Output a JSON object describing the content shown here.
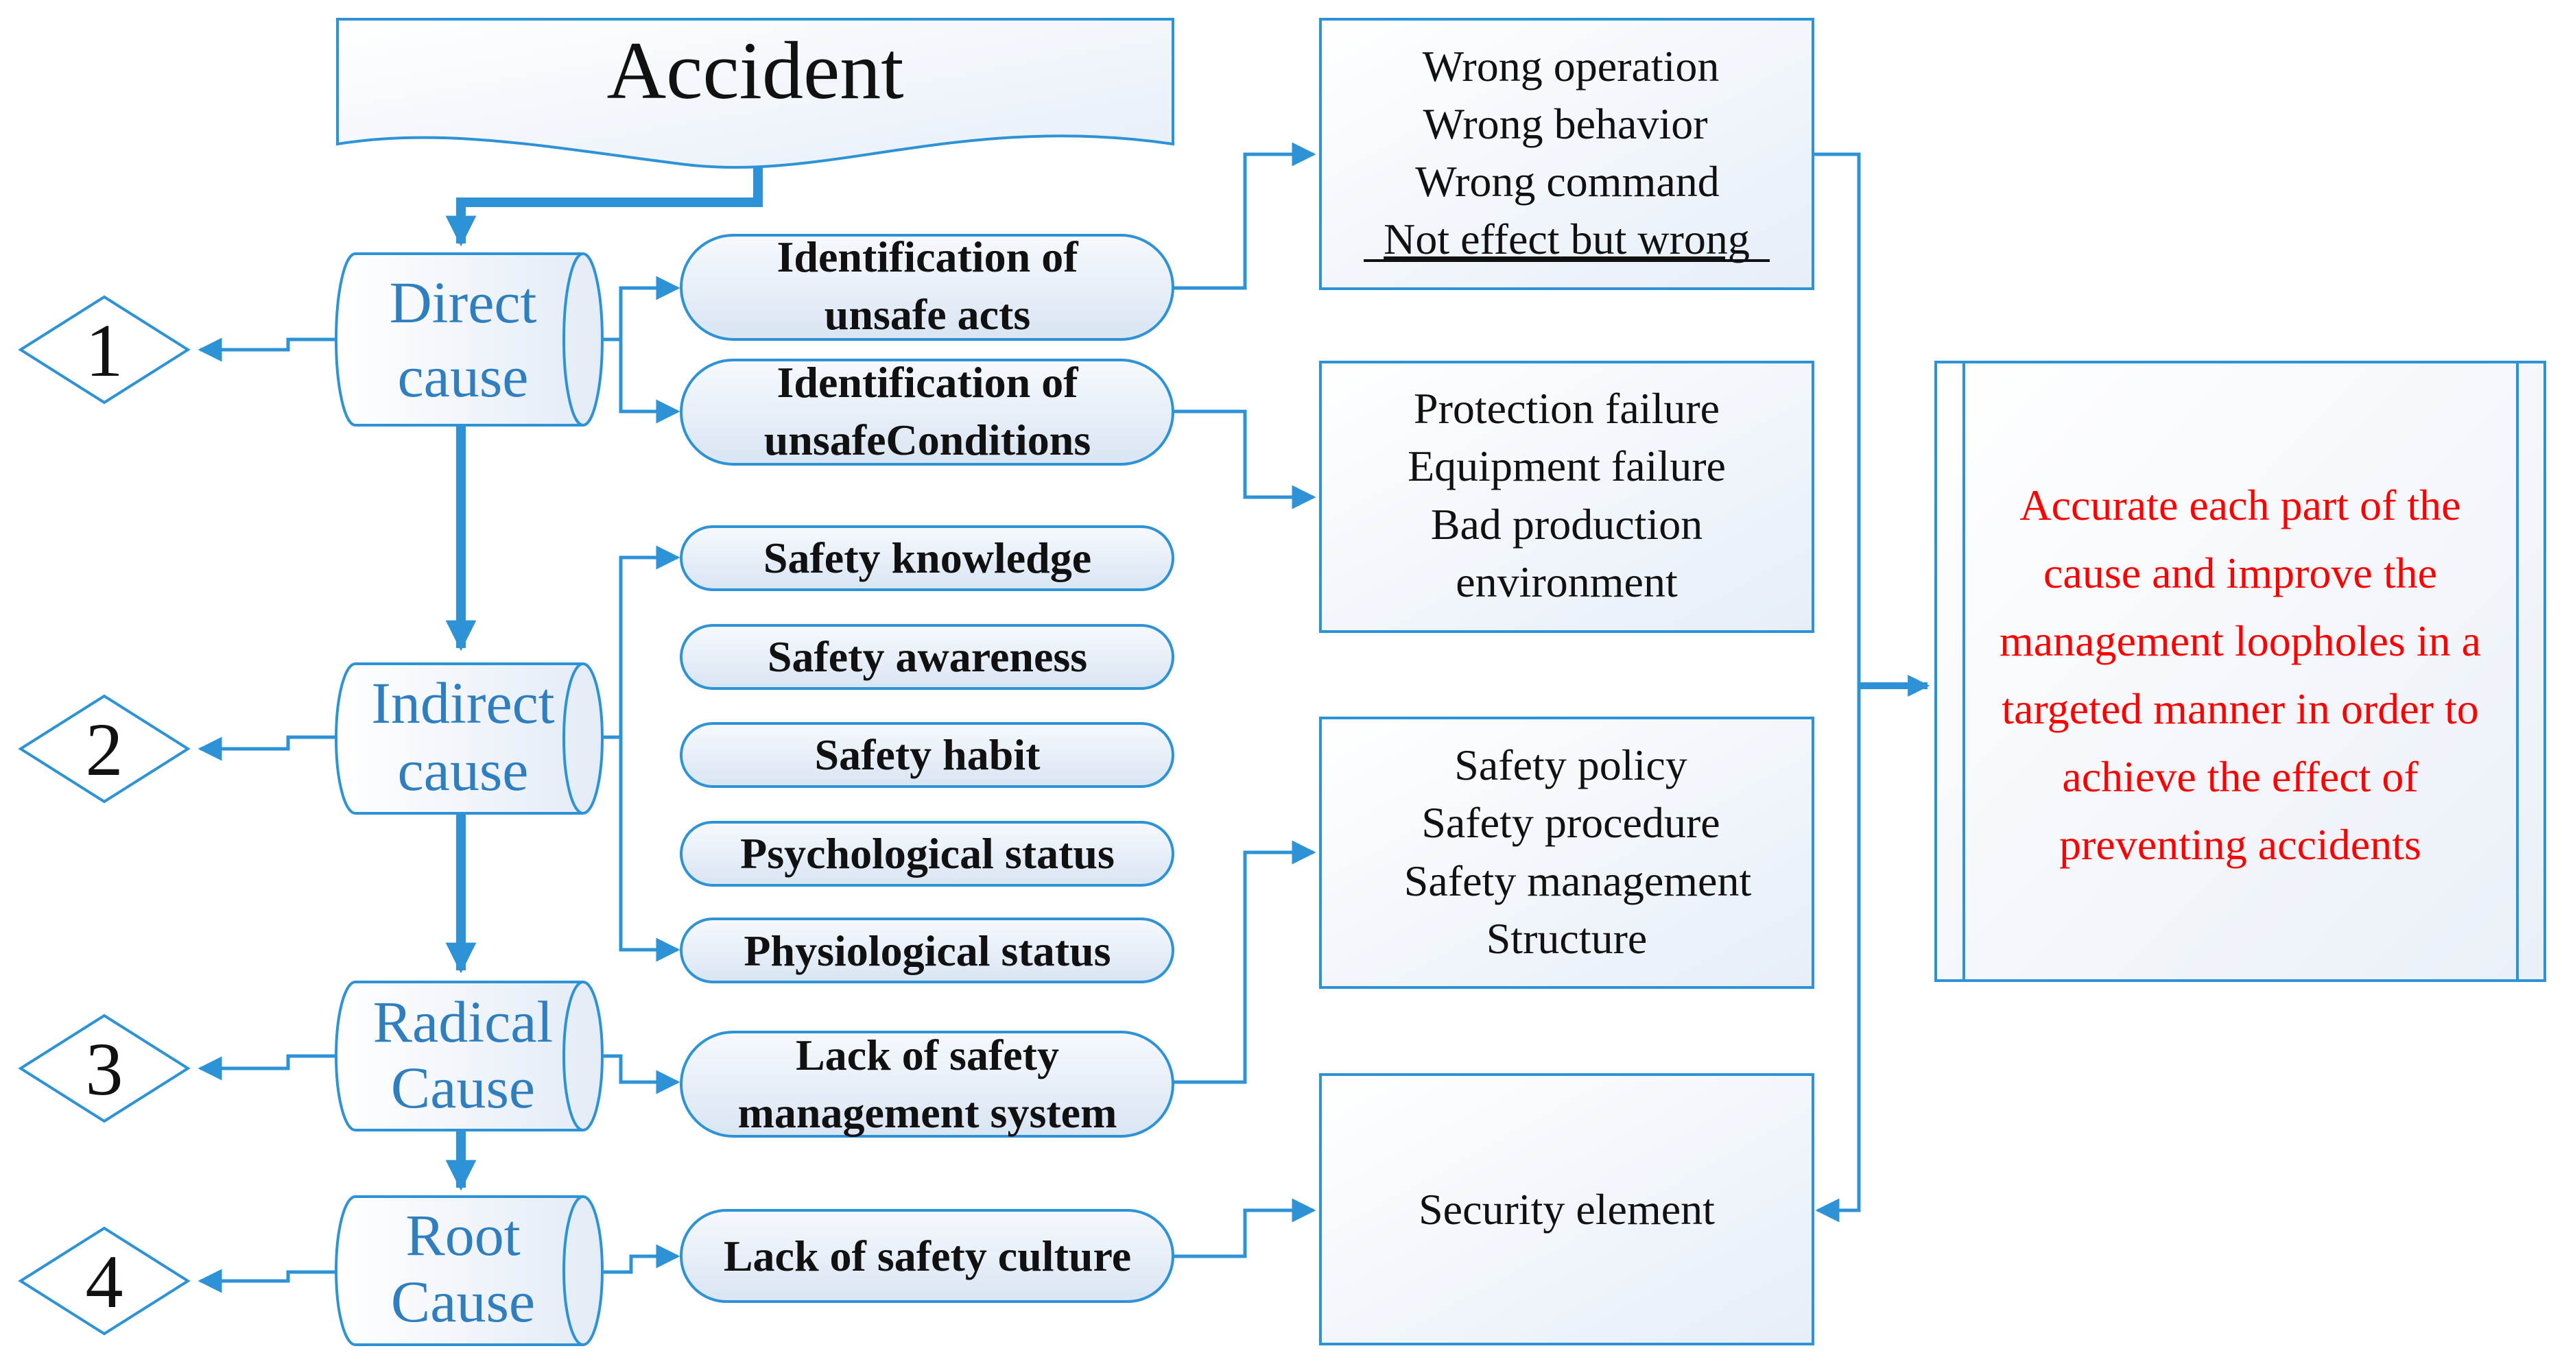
{
  "colors": {
    "line": "#2e93d6",
    "cylinder_text": "#2f7fc0",
    "result_text": "#ff0000"
  },
  "title": "Accident",
  "causes": [
    {
      "number": "1",
      "lines": [
        "Direct",
        "cause"
      ]
    },
    {
      "number": "2",
      "lines": [
        "Indirect",
        "cause"
      ]
    },
    {
      "number": "3",
      "lines": [
        "Radical",
        "Cause"
      ]
    },
    {
      "number": "4",
      "lines": [
        "Root",
        "Cause"
      ]
    }
  ],
  "factors": [
    {
      "lines": [
        "Identification of",
        "unsafe acts"
      ]
    },
    {
      "lines": [
        "Identification of",
        "unsafeConditions"
      ]
    },
    {
      "lines": [
        "Safety knowledge"
      ]
    },
    {
      "lines": [
        "Safety awareness"
      ]
    },
    {
      "lines": [
        "Safety habit"
      ]
    },
    {
      "lines": [
        "Psychological status"
      ]
    },
    {
      "lines": [
        "Physiological status"
      ]
    },
    {
      "lines": [
        "Lack of safety",
        "management system"
      ]
    },
    {
      "lines": [
        "Lack of safety culture"
      ]
    }
  ],
  "details": [
    {
      "lines": [
        "Wrong operation",
        "Wrong behavior",
        "Wrong command",
        "Not effect but wrong"
      ],
      "underlined_line": 3
    },
    {
      "lines": [
        "Protection failure",
        "Equipment failure",
        "Bad production",
        "environment"
      ]
    },
    {
      "lines": [
        "Safety policy",
        "Safety procedure",
        "Safety management",
        "Structure"
      ]
    },
    {
      "lines": [
        "Security element"
      ]
    }
  ],
  "result": {
    "lines": [
      "Accurate each part of the",
      "cause and improve the",
      "management loopholes in a",
      "targeted manner in order to",
      "achieve the effect of",
      "preventing accidents"
    ]
  }
}
